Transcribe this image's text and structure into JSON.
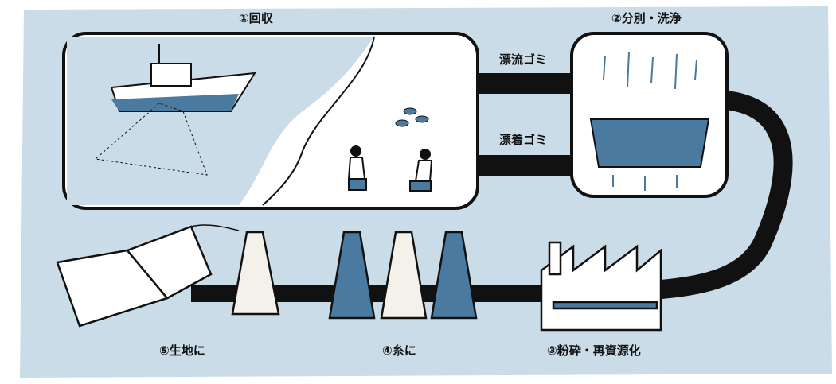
{
  "steps": {
    "collect": "①回収",
    "sort_wash": "②分別・洗浄",
    "crush": "③粉砕・再資源化",
    "thread": "④糸に",
    "fabric": "⑤生地に"
  },
  "flows": {
    "drifting": "漂流ゴミ",
    "beached": "漂着ゴミ"
  },
  "colors": {
    "background": "#c9dce7",
    "accent_blue": "#4a7aa0",
    "ink": "#111111",
    "paper": "#ffffff",
    "sand": "#f4f1ea"
  }
}
